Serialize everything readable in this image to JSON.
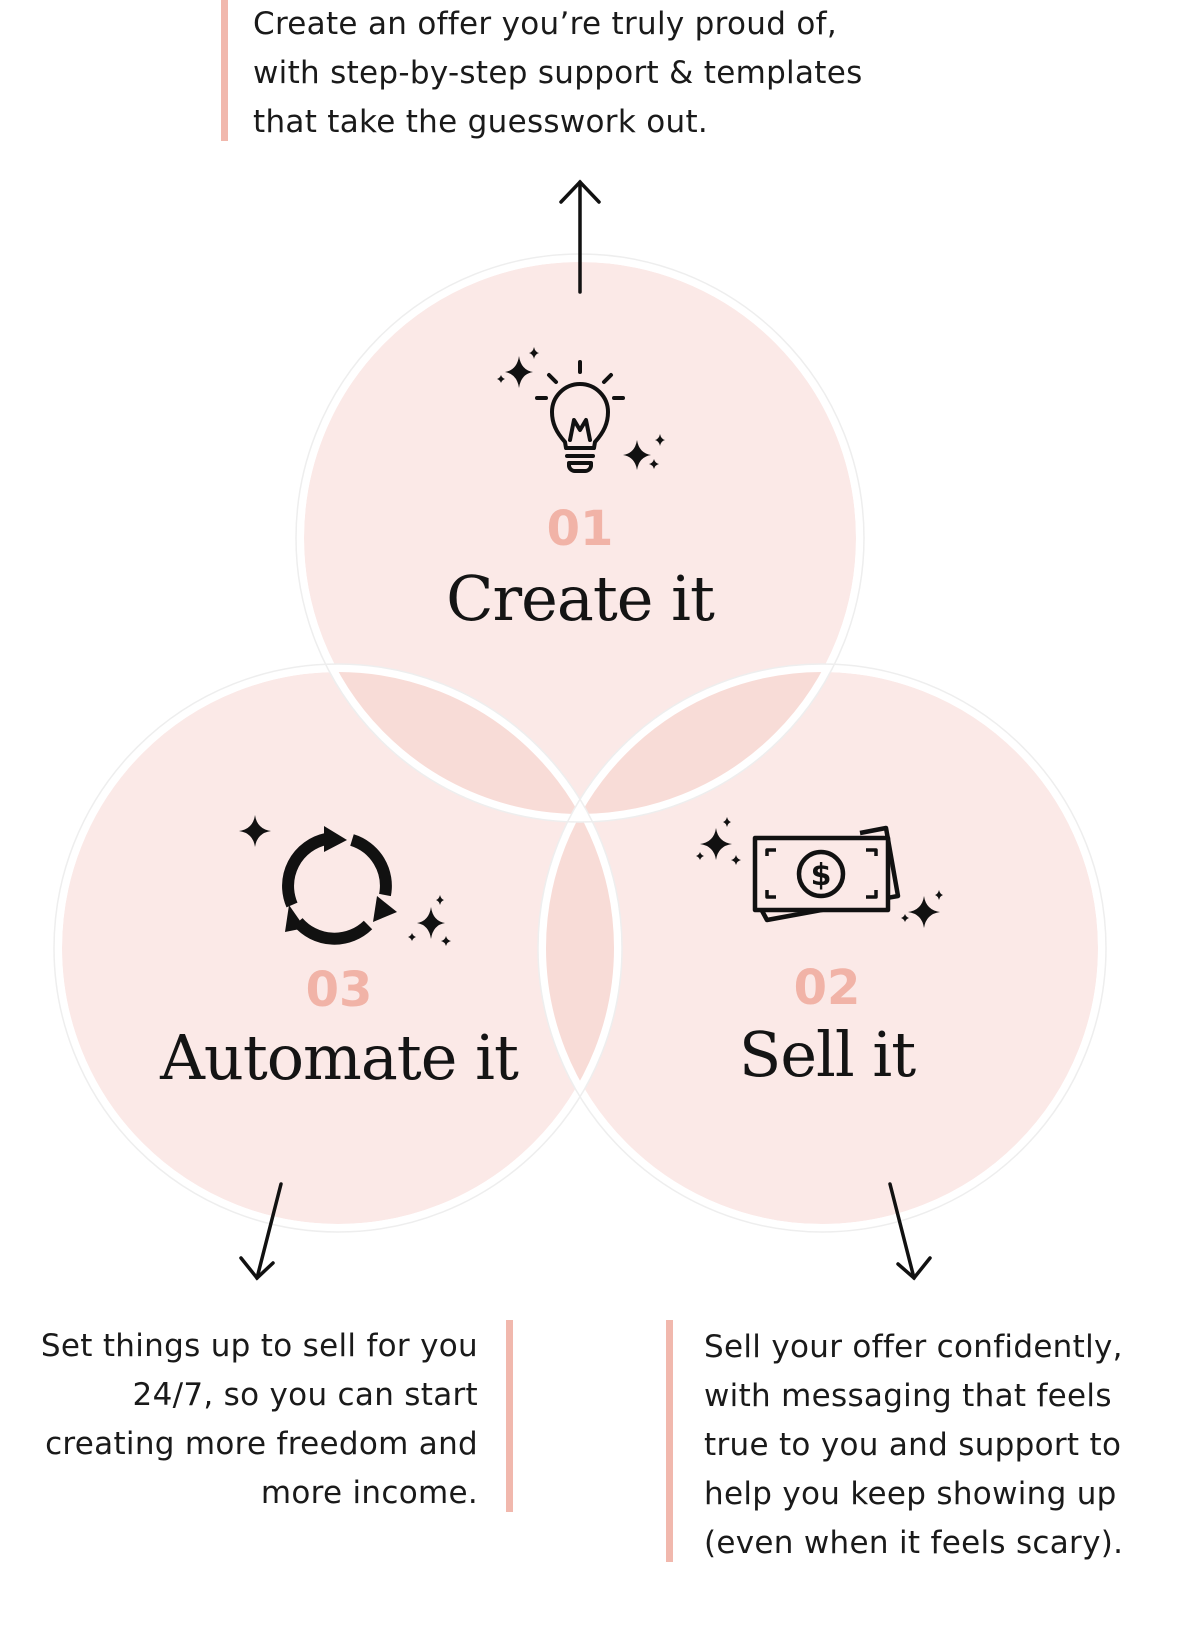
{
  "top": {
    "lines": [
      "Create an offer you’re truly proud of,",
      "with step-by-step support & templates",
      "that take the guesswork out."
    ]
  },
  "steps": [
    {
      "number": "01",
      "title": "Create it",
      "icon": "lightbulb-icon"
    },
    {
      "number": "02",
      "title": "Sell it",
      "icon": "money-icon"
    },
    {
      "number": "03",
      "title": "Automate it",
      "icon": "cycle-arrows-icon"
    }
  ],
  "bottom_left": {
    "lines": [
      "Set things up to sell for you",
      "24/7, so you can start",
      "creating more freedom and",
      "more income."
    ]
  },
  "bottom_right": {
    "lines": [
      "Sell your offer confidently,",
      "with messaging that feels",
      "true to you and support to",
      "help you keep showing up",
      "(even when it feels scary)."
    ]
  },
  "colors": {
    "circle_fill": "#fbe9e7",
    "overlap_fill": "#f8dcd7",
    "accent": "#f1b8ad",
    "number": "#f1b3a7"
  }
}
